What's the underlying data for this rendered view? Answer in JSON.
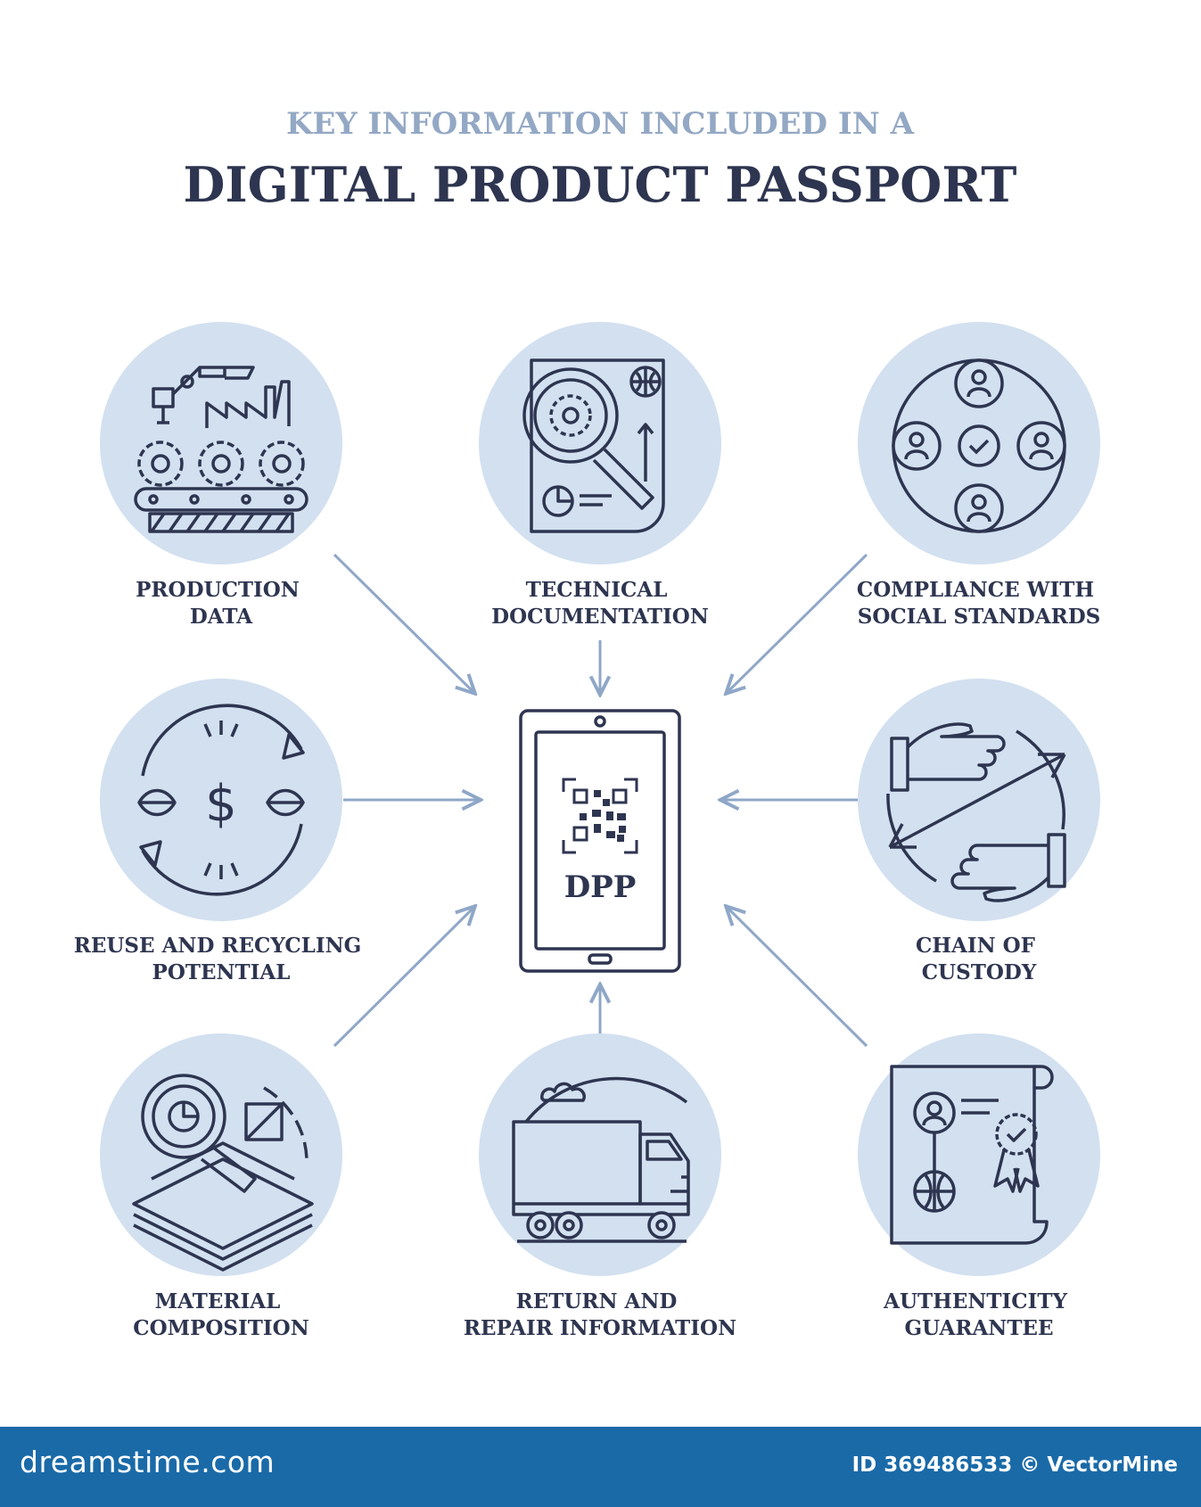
{
  "title": {
    "line1": "KEY INFORMATION INCLUDED IN A",
    "line2": "DIGITAL PRODUCT PASSPORT"
  },
  "center": {
    "label": "DPP",
    "icon": "tablet-qr-code-icon"
  },
  "items": [
    {
      "id": "production-data",
      "lines": [
        "PRODUCTION",
        "DATA"
      ],
      "icon": "factory-conveyor-gears-icon"
    },
    {
      "id": "technical-documentation",
      "lines": [
        "TECHNICAL",
        "DOCUMENTATION"
      ],
      "icon": "document-magnifier-gear-icon"
    },
    {
      "id": "compliance-social-standards",
      "lines": [
        "COMPLIANCE WITH",
        "SOCIAL STANDARDS"
      ],
      "icon": "people-circle-check-icon"
    },
    {
      "id": "reuse-recycling-potential",
      "lines": [
        "REUSE AND RECYCLING",
        "POTENTIAL"
      ],
      "icon": "dollar-leaves-cycle-icon"
    },
    {
      "id": "chain-of-custody",
      "lines": [
        "CHAIN OF",
        "CUSTODY"
      ],
      "icon": "hands-exchange-arrows-icon"
    },
    {
      "id": "material-composition",
      "lines": [
        "MATERIAL",
        "COMPOSITION"
      ],
      "icon": "layers-magnifier-icon"
    },
    {
      "id": "return-repair-information",
      "lines": [
        "RETURN AND",
        "REPAIR INFORMATION"
      ],
      "icon": "delivery-truck-icon"
    },
    {
      "id": "authenticity-guarantee",
      "lines": [
        "AUTHENTICITY",
        "GUARANTEE"
      ],
      "icon": "certificate-badge-icon"
    }
  ],
  "footer": {
    "brand": "dreamstime.com",
    "credit": "ID 369486533 © VectorMine"
  },
  "colors": {
    "circle_fill": "#d2e0f0",
    "ink": "#2e3550",
    "subtitle": "#93a8c4",
    "arrow": "#8fa7c7",
    "footer_bg": "#1a6aa8"
  }
}
